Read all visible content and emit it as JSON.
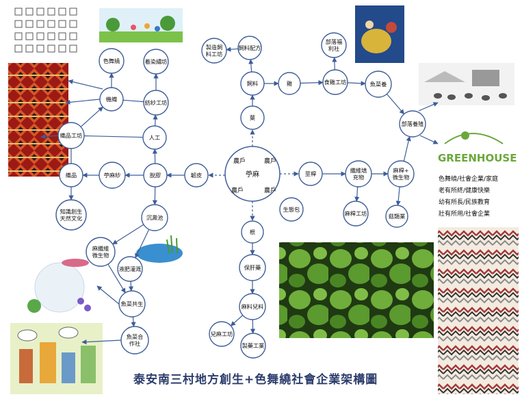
{
  "title": "泰安南三村地方創生+色舞繞社會企業架構圖",
  "center": {
    "label": "苧麻",
    "households": [
      "農戶",
      "農戶",
      "農戶",
      "農戶"
    ]
  },
  "nodes": {
    "leaf": "葉",
    "feed": "飼料",
    "feed_formula": "飼料配方",
    "feed_workshop": "製造飼料工坊",
    "chicken": "雞",
    "meat_workshop": "食雞工坊",
    "tribe_welfare": "部落福利社",
    "fish_veg": "魚菜養",
    "tribe_farm": "部落養殖",
    "stalk": "莖稈",
    "fiber_filler": "纖維填充物",
    "stalk_microbe": "麻稈+微生物",
    "stalk_workshop": "麻稈工坊",
    "mushroom": "菇類業",
    "eco_pack": "生態包",
    "root": "根",
    "health_food": "保肝藥",
    "expand_drink": "麻料兒料",
    "drink_workshop": "兒麻工坊",
    "medicine": "製藥工業",
    "bark": "韌皮",
    "degum": "脫膠",
    "fiber_yarn": "苧麻紗",
    "weave": "織品",
    "sewing": "機織",
    "handcraft": "人工",
    "spinning": "紡紗工坊",
    "dye_weave": "色舞繞",
    "colored_yarn": "着染繡坊",
    "textile_workshop": "織品工坊",
    "knowledge": "知識創生天然文化",
    "retting": "沉澱池",
    "waste_microbe": "麻纖維微生物",
    "fertilizer": "液肥灌溉",
    "fish_symbiosis": "魚菜共生",
    "fish_coop": "魚菜合作社"
  },
  "legend": [
    "色舞繞/社會企業/家庭",
    "老有所終/健康快樂",
    "幼有所長/民族教育",
    "壯有所用/社會企業"
  ],
  "greenhouse_label": "GREENHOUSE"
}
